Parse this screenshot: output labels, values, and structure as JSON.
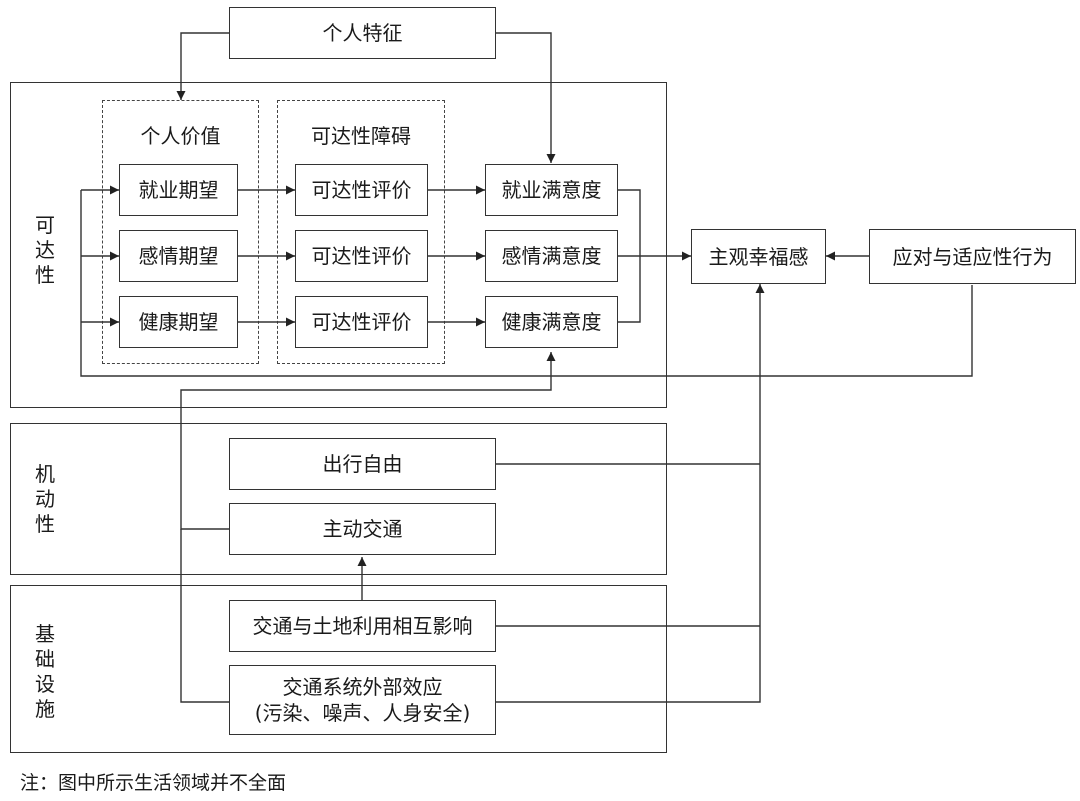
{
  "boxes": {
    "personal_traits": "个人特征",
    "employment_expectation": "就业期望",
    "emotional_expectation": "感情期望",
    "health_expectation": "健康期望",
    "eval_1": "可达性评价",
    "eval_2": "可达性评价",
    "eval_3": "可达性评价",
    "employment_satisfaction": "就业满意度",
    "emotional_satisfaction": "感情满意度",
    "health_satisfaction": "健康满意度",
    "subjective_wellbeing": "主观幸福感",
    "coping_behavior": "应对与适应性行为",
    "travel_freedom": "出行自由",
    "active_transport": "主动交通",
    "transport_landuse": "交通与土地利用相互影响",
    "external_effects_line1": "交通系统外部效应",
    "external_effects_line2": "(污染、噪声、人身安全)"
  },
  "groups": {
    "personal_value": "个人价值",
    "accessibility_barrier": "可达性障碍"
  },
  "sections": {
    "accessibility": "可达性",
    "mobility": "机动性",
    "infrastructure": "基础设施"
  },
  "note": "注：图中所示生活领域并不全面"
}
